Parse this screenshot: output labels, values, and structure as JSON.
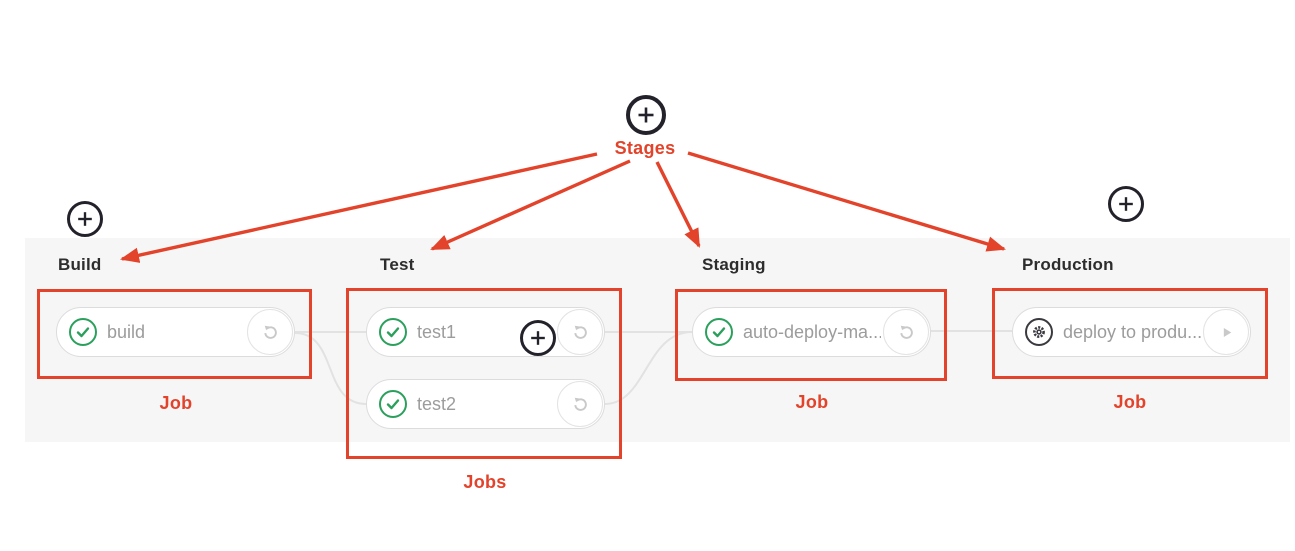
{
  "diagram": {
    "stages_label": "Stages",
    "stages": [
      {
        "name": "Build",
        "annotation": "Job",
        "jobs": [
          {
            "name": "build",
            "status_icon": "success-check-icon",
            "action_icon": "retry-icon"
          }
        ]
      },
      {
        "name": "Test",
        "annotation": "Jobs",
        "jobs": [
          {
            "name": "test1",
            "status_icon": "success-check-icon",
            "action_icon": "retry-icon"
          },
          {
            "name": "test2",
            "status_icon": "success-check-icon",
            "action_icon": "retry-icon"
          }
        ]
      },
      {
        "name": "Staging",
        "annotation": "Job",
        "jobs": [
          {
            "name": "auto-deploy-ma...",
            "status_icon": "success-check-icon",
            "action_icon": "retry-icon"
          }
        ]
      },
      {
        "name": "Production",
        "annotation": "Job",
        "jobs": [
          {
            "name": "deploy to produ...",
            "status_icon": "manual-gear-icon",
            "action_icon": "play-icon"
          }
        ]
      }
    ],
    "icons": {
      "add_stage": "plus-circle-icon"
    },
    "colors": {
      "annotation_accent": "#e2432a",
      "success_green": "#2aa05c",
      "manual_dark": "#3a3940",
      "band_background": "#f6f6f6",
      "job_text_gray": "#9c9c9c",
      "action_icon_gray": "#c9c9c9",
      "connector_gray": "#e2e2e2",
      "stage_text_dark": "#2d2d2d",
      "plus_icon_dark": "#23222b"
    }
  }
}
